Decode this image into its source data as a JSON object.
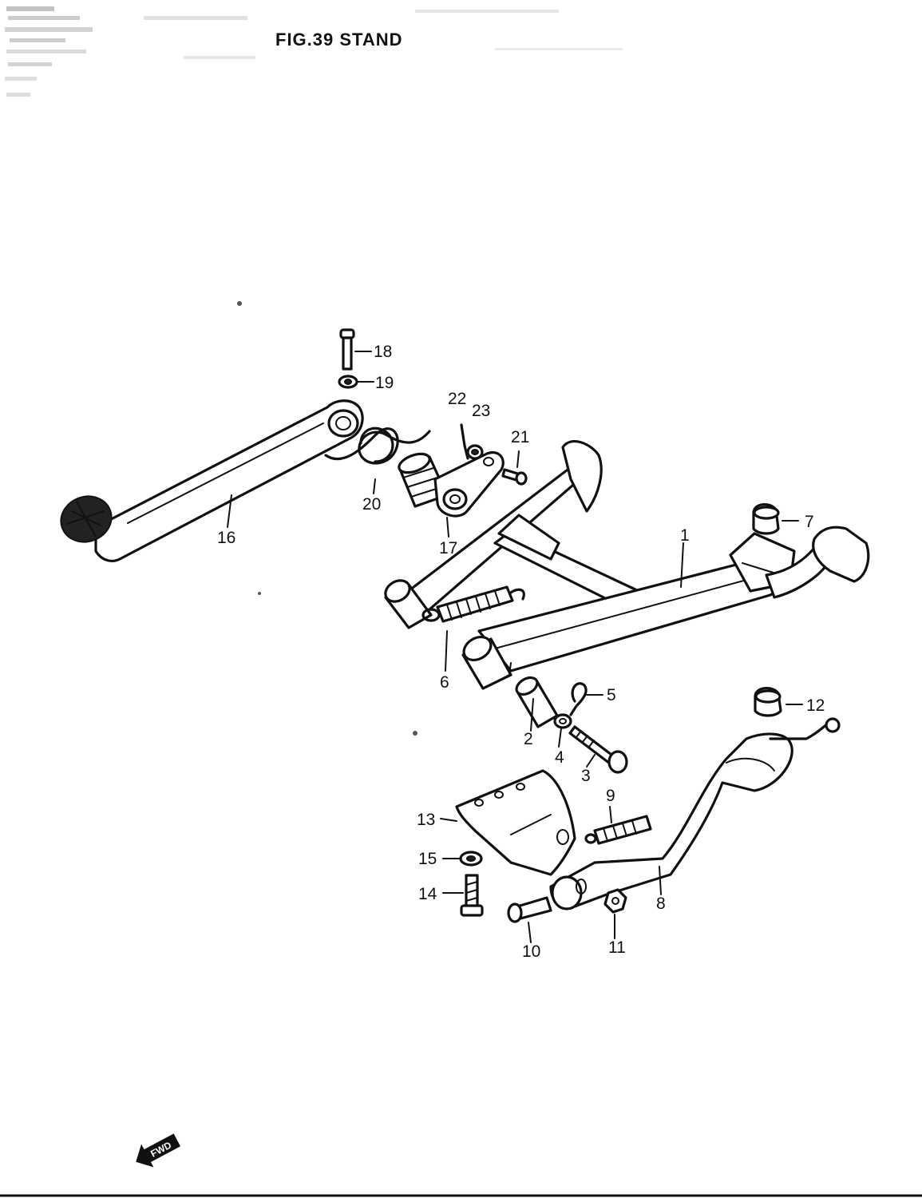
{
  "figure": {
    "title": "FIG.39  STAND",
    "forward_marker": "FWD"
  },
  "parts": [
    {
      "number": "1"
    },
    {
      "number": "2"
    },
    {
      "number": "3"
    },
    {
      "number": "4"
    },
    {
      "number": "5"
    },
    {
      "number": "6"
    },
    {
      "number": "7"
    },
    {
      "number": "8"
    },
    {
      "number": "9"
    },
    {
      "number": "10"
    },
    {
      "number": "11"
    },
    {
      "number": "12"
    },
    {
      "number": "13"
    },
    {
      "number": "14"
    },
    {
      "number": "15"
    },
    {
      "number": "16"
    },
    {
      "number": "17"
    },
    {
      "number": "18"
    },
    {
      "number": "19"
    },
    {
      "number": "20"
    },
    {
      "number": "21"
    },
    {
      "number": "22"
    },
    {
      "number": "23"
    }
  ]
}
